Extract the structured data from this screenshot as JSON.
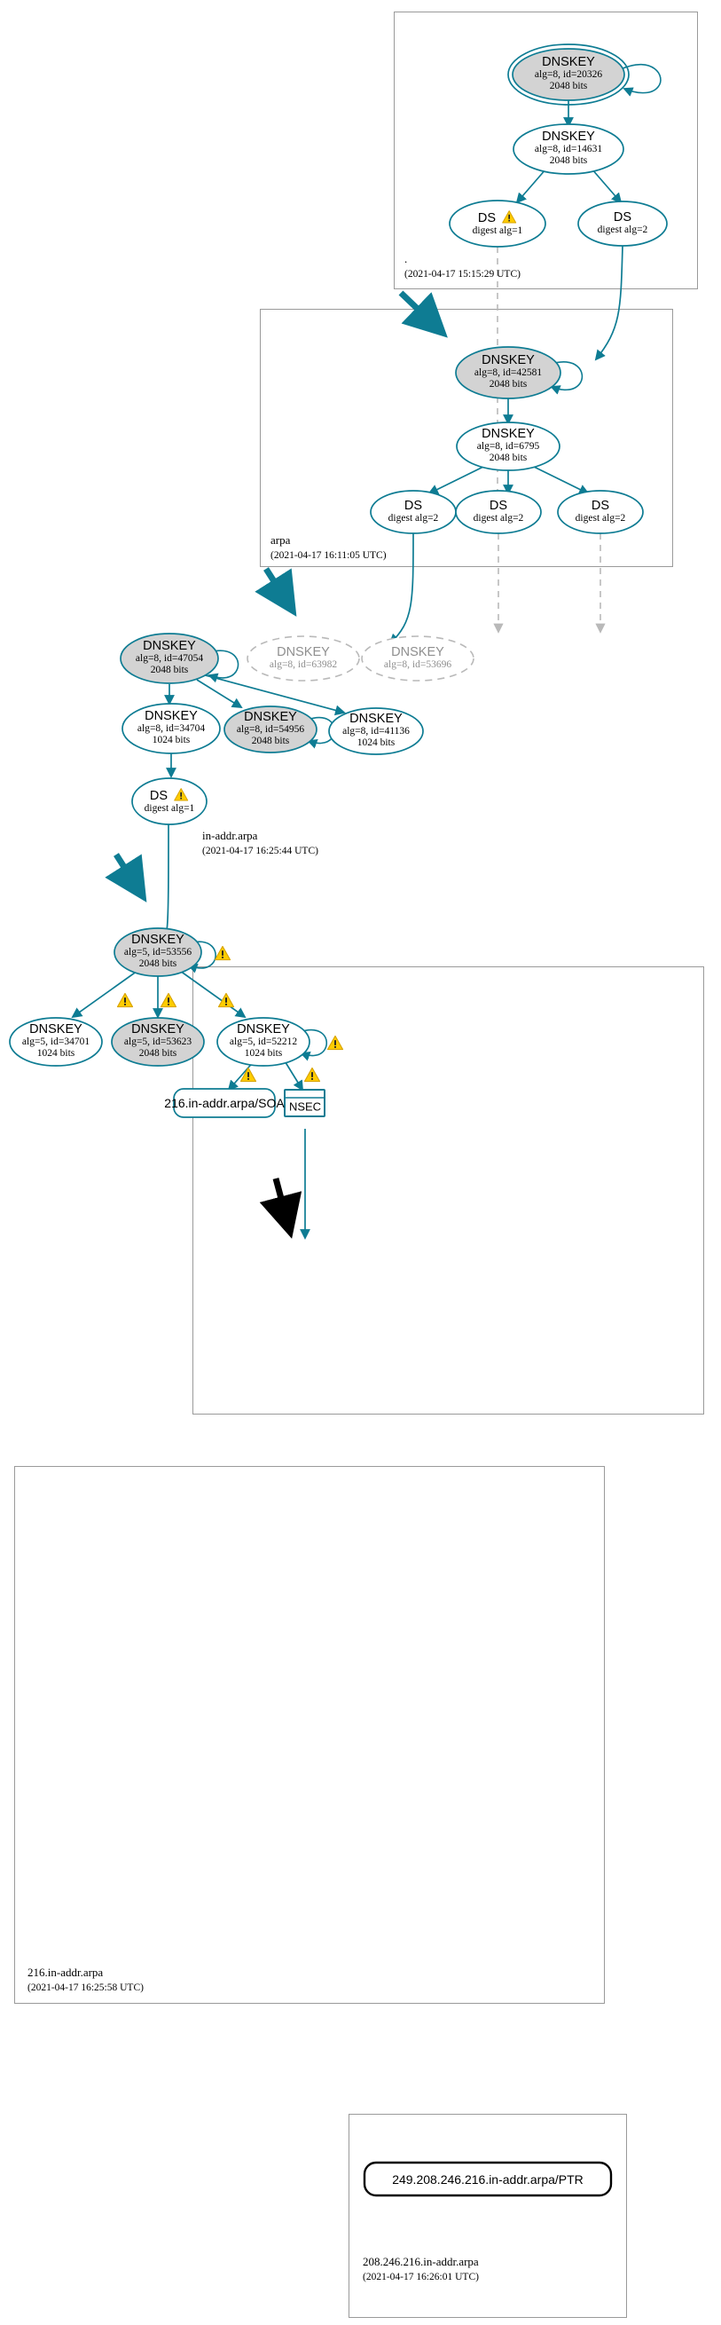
{
  "diagram": {
    "title": "DNSSEC authentication chain for 249.208.246.216.in-addr.arpa/PTR",
    "colors": {
      "edge_secure": "#0e7c93",
      "edge_insecure": "#b9b9b9",
      "edge_bogus": "#000000",
      "node_stroke": "#0e7c93",
      "sep_fill": "#d3d3d3",
      "zone_border": "#9a9a9a",
      "warning": "#ffcc00"
    }
  },
  "zones": [
    {
      "id": "root",
      "name": ".",
      "timestamp": "(2021-04-17 15:15:29 UTC)",
      "nodes": [
        {
          "id": "k20326",
          "type": "DNSKEY",
          "title": "DNSKEY",
          "line2": "alg=8, id=20326",
          "line3": "2048 bits",
          "ksk": true,
          "sep": true,
          "self_sign": true,
          "warning": false
        },
        {
          "id": "k14631",
          "type": "DNSKEY",
          "title": "DNSKEY",
          "line2": "alg=8, id=14631",
          "line3": "2048 bits",
          "ksk": false,
          "sep": false,
          "self_sign": false,
          "warning": false
        },
        {
          "id": "ds_root_1",
          "type": "DS",
          "title": "DS",
          "line2": "digest alg=1",
          "line3": "",
          "warning": true
        },
        {
          "id": "ds_root_2",
          "type": "DS",
          "title": "DS",
          "line2": "digest alg=2",
          "line3": "",
          "warning": false
        }
      ]
    },
    {
      "id": "arpa",
      "name": "arpa",
      "timestamp": "(2021-04-17 16:11:05 UTC)",
      "nodes": [
        {
          "id": "k42581",
          "type": "DNSKEY",
          "title": "DNSKEY",
          "line2": "alg=8, id=42581",
          "line3": "2048 bits",
          "sep": true,
          "self_sign": true,
          "warning": false
        },
        {
          "id": "k6795",
          "type": "DNSKEY",
          "title": "DNSKEY",
          "line2": "alg=8, id=6795",
          "line3": "2048 bits",
          "sep": false,
          "self_sign": false,
          "warning": false
        },
        {
          "id": "ds_arpa_a",
          "type": "DS",
          "title": "DS",
          "line2": "digest alg=2",
          "line3": "",
          "warning": false
        },
        {
          "id": "ds_arpa_b",
          "type": "DS",
          "title": "DS",
          "line2": "digest alg=2",
          "line3": "",
          "warning": false
        },
        {
          "id": "ds_arpa_c",
          "type": "DS",
          "title": "DS",
          "line2": "digest alg=2",
          "line3": "",
          "warning": false
        }
      ]
    },
    {
      "id": "in-addr-arpa",
      "name": "in-addr.arpa",
      "timestamp": "(2021-04-17 16:25:44 UTC)",
      "nodes": [
        {
          "id": "k47054",
          "type": "DNSKEY",
          "title": "DNSKEY",
          "line2": "alg=8, id=47054",
          "line3": "2048 bits",
          "sep": true,
          "self_sign": true,
          "warning": false
        },
        {
          "id": "k63982",
          "type": "DNSKEY",
          "title": "DNSKEY",
          "line2": "alg=8, id=63982",
          "line3": "",
          "insecure": true,
          "warning": false
        },
        {
          "id": "k53696",
          "type": "DNSKEY",
          "title": "DNSKEY",
          "line2": "alg=8, id=53696",
          "line3": "",
          "insecure": true,
          "warning": false
        },
        {
          "id": "k34704",
          "type": "DNSKEY",
          "title": "DNSKEY",
          "line2": "alg=8, id=34704",
          "line3": "1024 bits",
          "sep": false,
          "warning": false
        },
        {
          "id": "k54956",
          "type": "DNSKEY",
          "title": "DNSKEY",
          "line2": "alg=8, id=54956",
          "line3": "2048 bits",
          "sep": true,
          "self_sign": true,
          "warning": false
        },
        {
          "id": "k41136",
          "type": "DNSKEY",
          "title": "DNSKEY",
          "line2": "alg=8, id=41136",
          "line3": "1024 bits",
          "sep": false,
          "warning": false
        },
        {
          "id": "ds_ina_1",
          "type": "DS",
          "title": "DS",
          "line2": "digest alg=1",
          "line3": "",
          "warning": true
        }
      ]
    },
    {
      "id": "216-in-addr-arpa",
      "name": "216.in-addr.arpa",
      "timestamp": "(2021-04-17 16:25:58 UTC)",
      "nodes": [
        {
          "id": "k53556",
          "type": "DNSKEY",
          "title": "DNSKEY",
          "line2": "alg=5, id=53556",
          "line3": "2048 bits",
          "sep": true,
          "self_sign": true,
          "warning": true
        },
        {
          "id": "k34701",
          "type": "DNSKEY",
          "title": "DNSKEY",
          "line2": "alg=5, id=34701",
          "line3": "1024 bits",
          "sep": false,
          "warning": false
        },
        {
          "id": "k53623",
          "type": "DNSKEY",
          "title": "DNSKEY",
          "line2": "alg=5, id=53623",
          "line3": "2048 bits",
          "sep": true,
          "warning": false
        },
        {
          "id": "k52212",
          "type": "DNSKEY",
          "title": "DNSKEY",
          "line2": "alg=5, id=52212",
          "line3": "1024 bits",
          "sep": false,
          "self_sign": true,
          "warning": true
        },
        {
          "id": "soa216",
          "type": "RRSET",
          "label": "216.in-addr.arpa/SOA"
        },
        {
          "id": "nsec216",
          "type": "NSEC",
          "label": "NSEC"
        }
      ]
    },
    {
      "id": "208-246-216-in-addr-arpa",
      "name": "208.246.216.in-addr.arpa",
      "timestamp": "(2021-04-17 16:26:01 UTC)",
      "nodes": [
        {
          "id": "ptr",
          "type": "RRSET",
          "label": "249.208.246.216.in-addr.arpa/PTR",
          "bogus": true
        }
      ]
    }
  ],
  "icons": {
    "warning": "warning-triangle-icon"
  }
}
